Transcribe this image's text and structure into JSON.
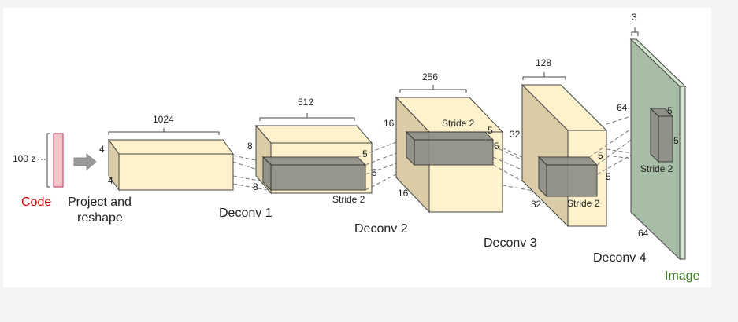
{
  "code": {
    "label": "Code",
    "z_label": "100 z",
    "color": "#cc0000"
  },
  "project": {
    "line1": "Project and",
    "line2": "reshape",
    "top_width": "1024",
    "side_height": "4",
    "side_depth": "4"
  },
  "deconv1": {
    "label": "Deconv 1",
    "top_width": "512",
    "side_height": "8",
    "side_depth": "8",
    "kernel_a": "5",
    "kernel_b": "5",
    "stride": "Stride 2"
  },
  "deconv2": {
    "label": "Deconv 2",
    "top_width": "256",
    "side_height": "16",
    "side_depth": "16",
    "kernel_a": "5",
    "kernel_b": "5",
    "stride": "Stride 2"
  },
  "deconv3": {
    "label": "Deconv 3",
    "top_width": "128",
    "side_height": "32",
    "side_depth": "32",
    "kernel_a": "5",
    "kernel_b": "5",
    "stride": "Stride 2"
  },
  "deconv4": {
    "label": "Deconv 4",
    "top_width": "3",
    "side_height": "64",
    "side_depth": "64",
    "kernel_a": "5",
    "kernel_b": "5",
    "stride": "Stride 2"
  },
  "image": {
    "label": "Image",
    "color": "#3a7d1e"
  },
  "colors": {
    "volume": "#fdf2cc",
    "volume_side": "#d9cca6",
    "code_bar": "#f4c6c9",
    "image_plane": "#a8bda5",
    "kernel": "#8d8d86"
  }
}
